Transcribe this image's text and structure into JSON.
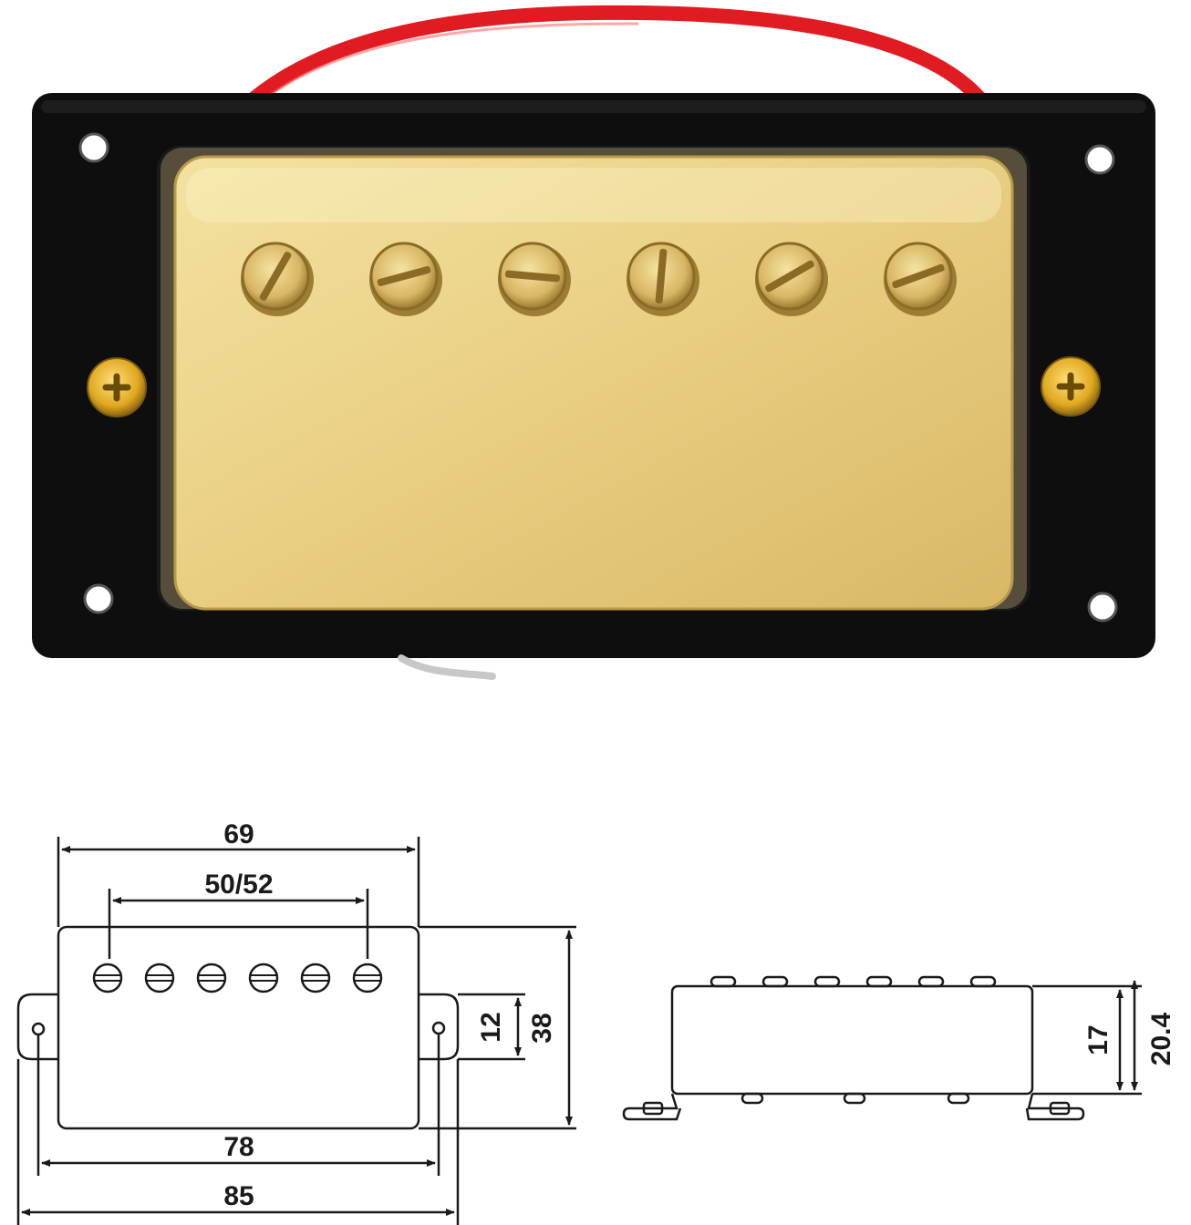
{
  "colors": {
    "background": "#ffffff",
    "bezel": "#0e0e0e",
    "gold_cover": "#ebd488",
    "gold_dark": "#a8883a",
    "wire_red": "#e11b22",
    "line": "#1a1a1a"
  },
  "photo": {
    "pole_count": 6,
    "pole_icon": "slotted-screw-icon",
    "mount_icon": "phillips-screw-icon"
  },
  "top_view": {
    "pole_count": 6,
    "dimensions": {
      "width_outer": "69",
      "pole_spacing": "50/52",
      "mount_spacing": "78",
      "overall_length": "85",
      "tab_height": "12",
      "height": "38"
    }
  },
  "side_view": {
    "pole_count": 6,
    "dimensions": {
      "body_height": "17",
      "total_height": "20.4"
    }
  }
}
